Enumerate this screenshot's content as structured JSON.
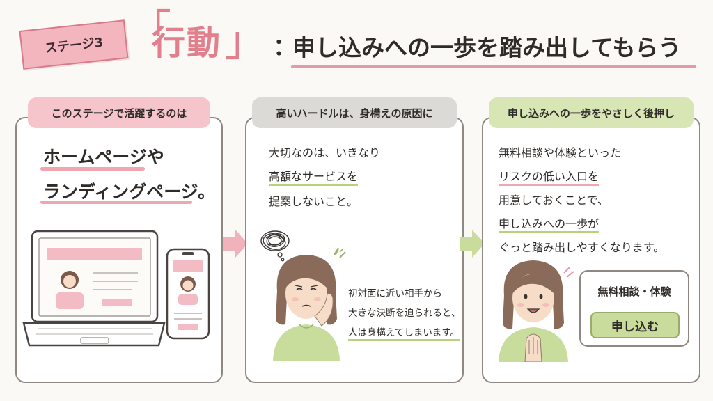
{
  "header": {
    "stage_label": "ステージ3",
    "bracket_open": "「",
    "action_word": "行動",
    "bracket_close": "」",
    "colon": "：",
    "subtitle": "申し込みへの一歩を踏み出してもらう"
  },
  "panels": [
    {
      "header": "このステージで活躍するのは",
      "lines": [
        "ホームページや",
        "ランディングページ。"
      ]
    },
    {
      "header": "高いハードルは、身構えの原因に",
      "lines": [
        "大切なのは、いきなり",
        "高額なサービスを",
        "提案しないこと。"
      ],
      "caption": [
        "初対面に近い相手から",
        "大きな決断を迫られると、",
        "人は身構えてしまいます。"
      ]
    },
    {
      "header": "申し込みへの一歩をやさしく後押し",
      "lines": [
        "無料相談や体験といった",
        "リスクの低い入口を",
        "用意しておくことで、",
        "申し込みへの一歩が",
        "ぐっと踏み出しやすくなります。"
      ],
      "card_label": "無料相談・体験",
      "button_label": "申し込む"
    }
  ],
  "colors": {
    "pink_accent": "#e17f8d",
    "pink_header": "#f6c4cb",
    "gray_header": "#dcdad7",
    "green_header": "#d7e6b4",
    "arrow_pink": "#f2b2bb",
    "arrow_green": "#c9dc9c"
  },
  "icons": [
    "laptop-icon",
    "smartphone-icon",
    "arrow-right-icon",
    "woman-worried-illustration",
    "woman-happy-illustration",
    "scribble-thought-icon"
  ]
}
